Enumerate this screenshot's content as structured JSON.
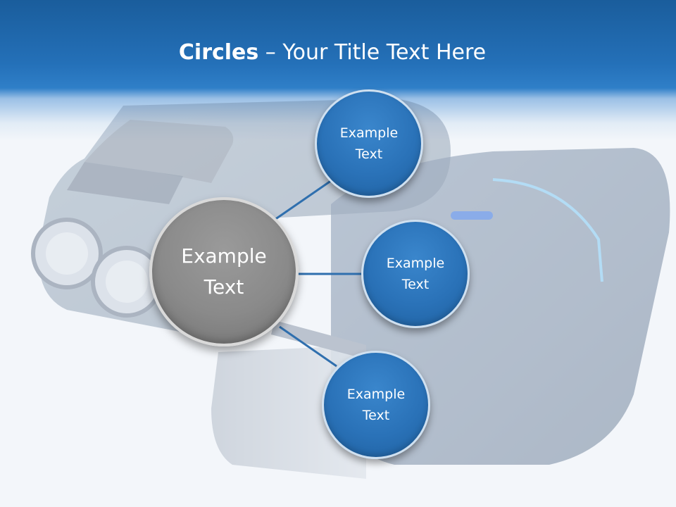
{
  "title": {
    "bold": "Circles",
    "rest": " – Your Title Text Here"
  },
  "center_circle": {
    "line1": "Example",
    "line2": "Text"
  },
  "satellites": [
    {
      "line1": "Example",
      "line2": "Text"
    },
    {
      "line1": "Example",
      "line2": "Text"
    },
    {
      "line1": "Example",
      "line2": "Text"
    }
  ],
  "colors": {
    "header": "#2470b8",
    "circle_blue": "#2a72b8",
    "circle_grey": "#8a8a8a",
    "connector": "#2f6fae",
    "background": "#f3f6fa"
  }
}
